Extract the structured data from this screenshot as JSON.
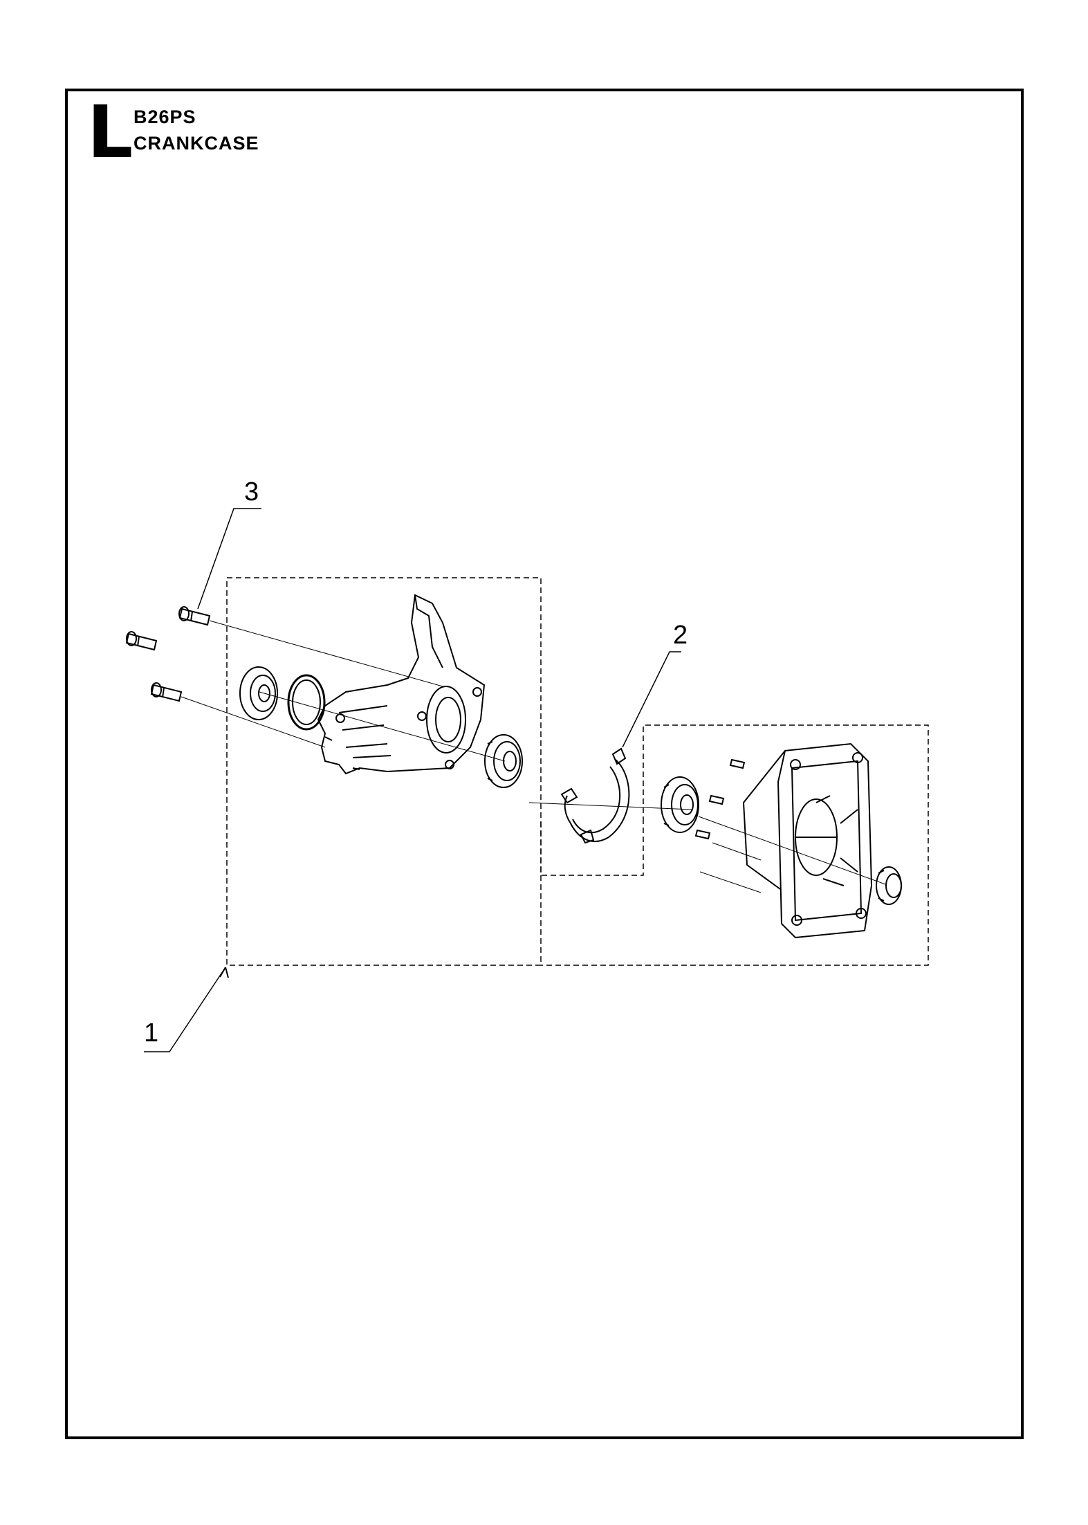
{
  "header": {
    "section_letter": "L",
    "model": "B26PS",
    "section_title": "CRANKCASE"
  },
  "callouts": [
    {
      "id": "1",
      "label": "1"
    },
    {
      "id": "2",
      "label": "2"
    },
    {
      "id": "3",
      "label": "3"
    }
  ]
}
